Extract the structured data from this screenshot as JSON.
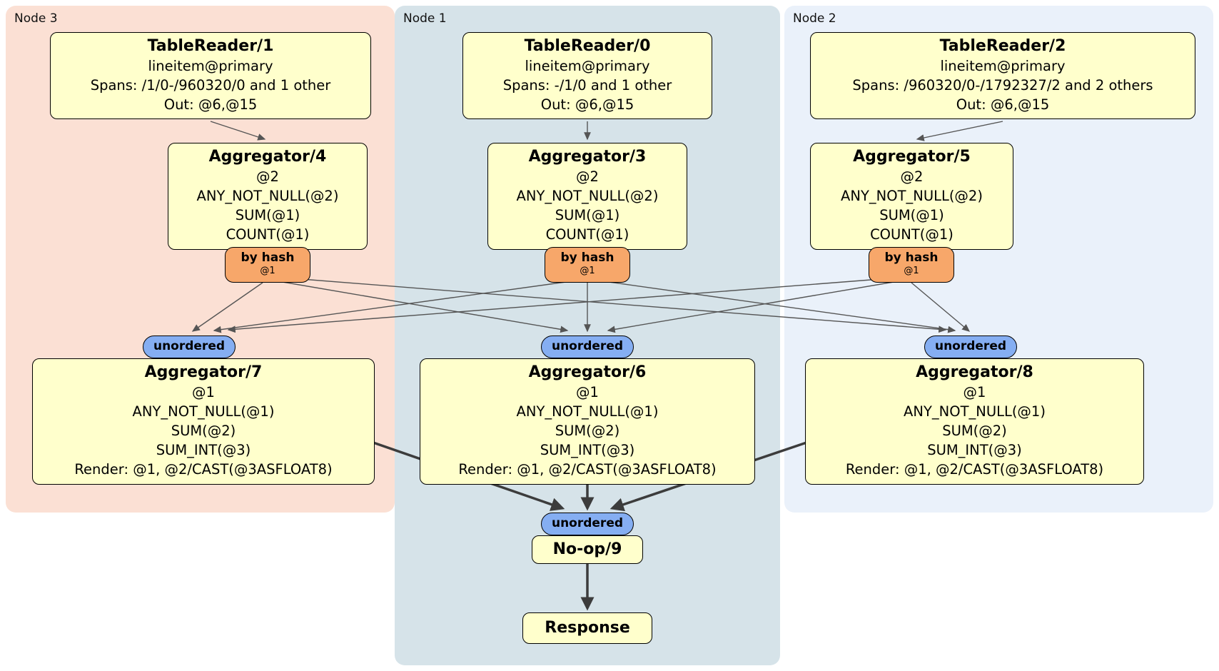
{
  "diagram": {
    "panels": {
      "node3": {
        "label": "Node 3"
      },
      "node1": {
        "label": "Node 1"
      },
      "node2": {
        "label": "Node 2"
      }
    },
    "processors": {
      "tablereader1": {
        "title": "TableReader/1",
        "lines": [
          "lineitem@primary",
          "Spans: /1/0-/960320/0 and 1 other",
          "Out: @6,@15"
        ]
      },
      "tablereader0": {
        "title": "TableReader/0",
        "lines": [
          "lineitem@primary",
          "Spans: -/1/0 and 1 other",
          "Out: @6,@15"
        ]
      },
      "tablereader2": {
        "title": "TableReader/2",
        "lines": [
          "lineitem@primary",
          "Spans: /960320/0-/1792327/2 and 2 others",
          "Out: @6,@15"
        ]
      },
      "aggregator4": {
        "title": "Aggregator/4",
        "lines": [
          "@2",
          "ANY_NOT_NULL(@2)",
          "SUM(@1)",
          "COUNT(@1)"
        ]
      },
      "aggregator3": {
        "title": "Aggregator/3",
        "lines": [
          "@2",
          "ANY_NOT_NULL(@2)",
          "SUM(@1)",
          "COUNT(@1)"
        ]
      },
      "aggregator5": {
        "title": "Aggregator/5",
        "lines": [
          "@2",
          "ANY_NOT_NULL(@2)",
          "SUM(@1)",
          "COUNT(@1)"
        ]
      },
      "aggregator7": {
        "title": "Aggregator/7",
        "lines": [
          "@1",
          "ANY_NOT_NULL(@1)",
          "SUM(@2)",
          "SUM_INT(@3)",
          "Render: @1, @2/CAST(@3ASFLOAT8)"
        ]
      },
      "aggregator6": {
        "title": "Aggregator/6",
        "lines": [
          "@1",
          "ANY_NOT_NULL(@1)",
          "SUM(@2)",
          "SUM_INT(@3)",
          "Render: @1, @2/CAST(@3ASFLOAT8)"
        ]
      },
      "aggregator8": {
        "title": "Aggregator/8",
        "lines": [
          "@1",
          "ANY_NOT_NULL(@1)",
          "SUM(@2)",
          "SUM_INT(@3)",
          "Render: @1, @2/CAST(@3ASFLOAT8)"
        ]
      },
      "noop9": {
        "title": "No-op/9"
      },
      "response": {
        "title": "Response"
      }
    },
    "routers": {
      "byhash": {
        "label": "by hash",
        "detail": "@1"
      },
      "unordered": {
        "label": "unordered"
      }
    },
    "colors": {
      "processor_fill": "#ffffcc",
      "router_hash_fill": "#f7a76a",
      "router_unordered_fill": "#85aef2",
      "panel_node3": "#fbe0d4",
      "panel_node1": "#d6e3e9",
      "panel_node2": "#eaf1fa",
      "edge_thin": "#555555",
      "edge_thick": "#3c3c3c"
    }
  }
}
